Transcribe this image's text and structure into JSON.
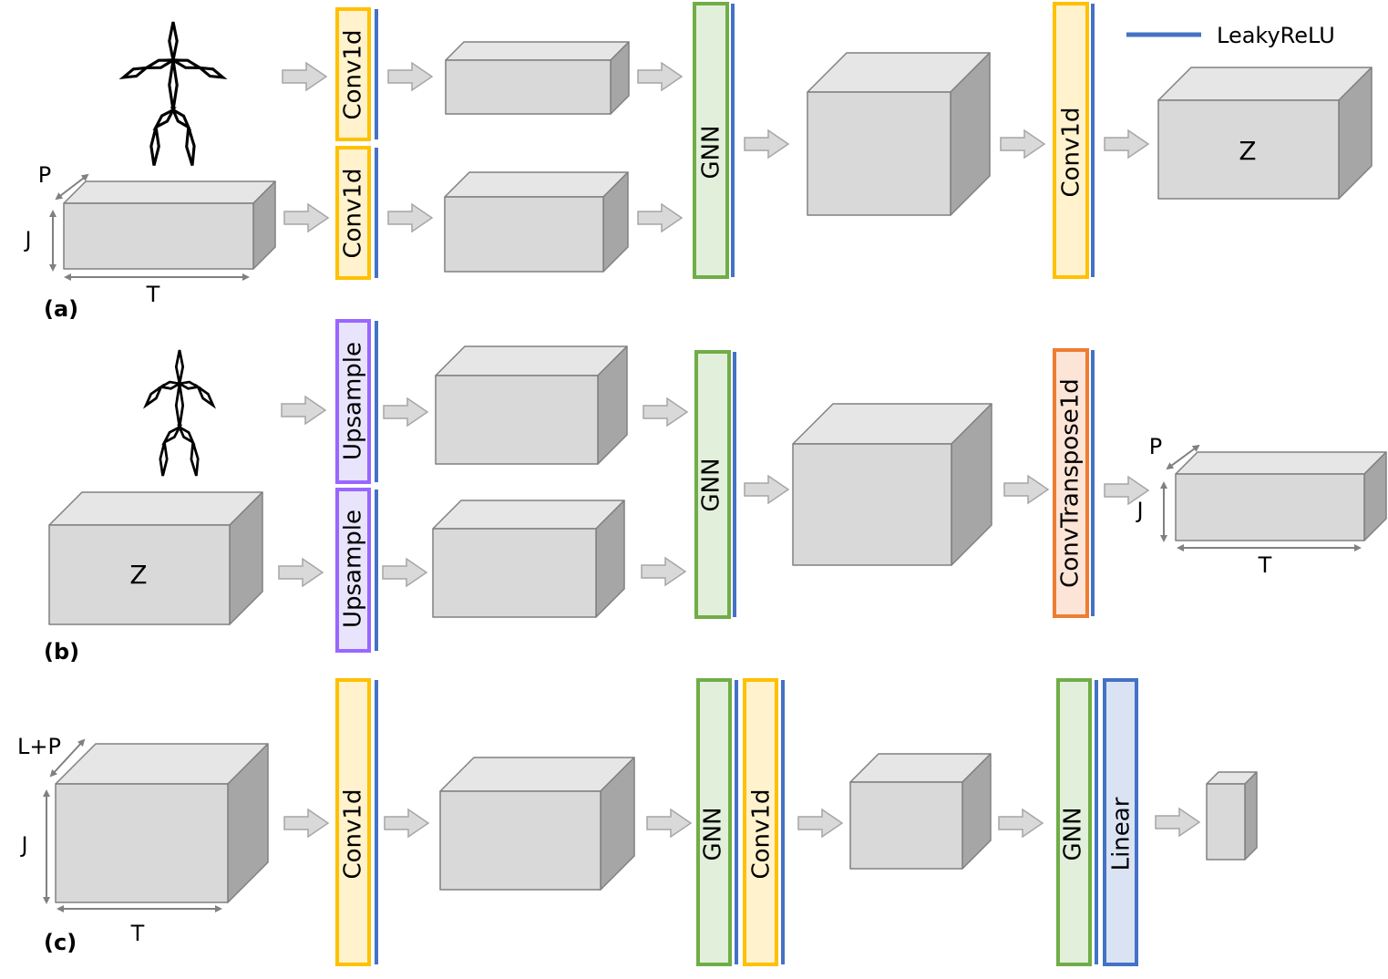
{
  "legend": {
    "label": "LeakyReLU",
    "color": "#4472c4"
  },
  "colors": {
    "conv": {
      "fill": "#fff2cc",
      "stroke": "#ffc000"
    },
    "gnn": {
      "fill": "#e2efda",
      "stroke": "#70ad47"
    },
    "upsample": {
      "fill": "#e8e4fb",
      "stroke": "#9966ff"
    },
    "transpose": {
      "fill": "#fce4d6",
      "stroke": "#ed7d31"
    },
    "linear": {
      "fill": "#dae3f3",
      "stroke": "#4472c4"
    },
    "cube_front": "#d9d9d9",
    "cube_top": "#e6e6e6",
    "cube_side": "#a6a6a6",
    "arrow": "#d9d9d9"
  },
  "panels": [
    {
      "tag": "(a)",
      "layers": [
        "Conv1d",
        "Conv1d",
        "GNN",
        "Conv1d"
      ],
      "latent": "Z",
      "dims": {
        "p": "P",
        "j": "J",
        "t": "T"
      }
    },
    {
      "tag": "(b)",
      "layers": [
        "Upsample",
        "Upsample",
        "GNN",
        "ConvTranspose1d"
      ],
      "latent": "Z",
      "dims": {
        "p": "P",
        "j": "J",
        "t": "T"
      }
    },
    {
      "tag": "(c)",
      "layers": [
        "Conv1d",
        "GNN",
        "Conv1d",
        "GNN",
        "Linear"
      ],
      "dims": {
        "p": "L+P",
        "j": "J",
        "t": "T"
      }
    }
  ]
}
